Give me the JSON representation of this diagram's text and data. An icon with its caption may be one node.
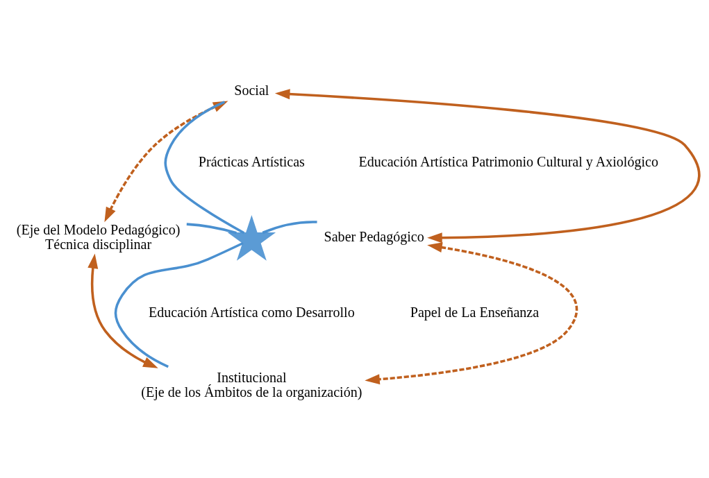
{
  "diagram": {
    "nodes": [
      {
        "text": [
          "Social"
        ]
      },
      {
        "text": [
          "Técnica disciplinar"
        ],
        "beside": [
          "(Eje del Modelo Pedagógico)"
        ]
      },
      {
        "text": [],
        "shape": "star"
      },
      {
        "text": [
          "Saber Pedagógico"
        ]
      },
      {
        "text": [
          "Institucional"
        ],
        "beside": [
          "(Eje de los Ámbitos de la organización)"
        ]
      }
    ],
    "edges": [
      {
        "from": 0,
        "to": 1,
        "arrow": "both",
        "style": "dashed",
        "color": "#c0601e"
      },
      {
        "from": 0,
        "to": 3,
        "arrow": "both",
        "color": "#c0601e"
      },
      {
        "from": 1,
        "to": 4,
        "arrow": "both",
        "color": "#c0601e"
      },
      {
        "from": 3,
        "to": 4,
        "arrow": "both",
        "style": "dashed",
        "color": "#c0601e"
      },
      {
        "from": 0,
        "to": 2,
        "arrow": "none",
        "color": "#4a90d0"
      },
      {
        "from": 1,
        "to": 2,
        "arrow": "none",
        "color": "#4a90d0"
      },
      {
        "from": 2,
        "to": 3,
        "arrow": "none",
        "color": "#4a90d0"
      },
      {
        "from": 2,
        "to": 4,
        "arrow": "none",
        "color": "#4a90d0"
      }
    ],
    "labels": [
      "Prácticas Artísticas",
      "Educación Artística Patrimonio Cultural y Axiológico",
      "Educación Artística como Desarrollo",
      "Papel de La Enseñanza"
    ]
  }
}
